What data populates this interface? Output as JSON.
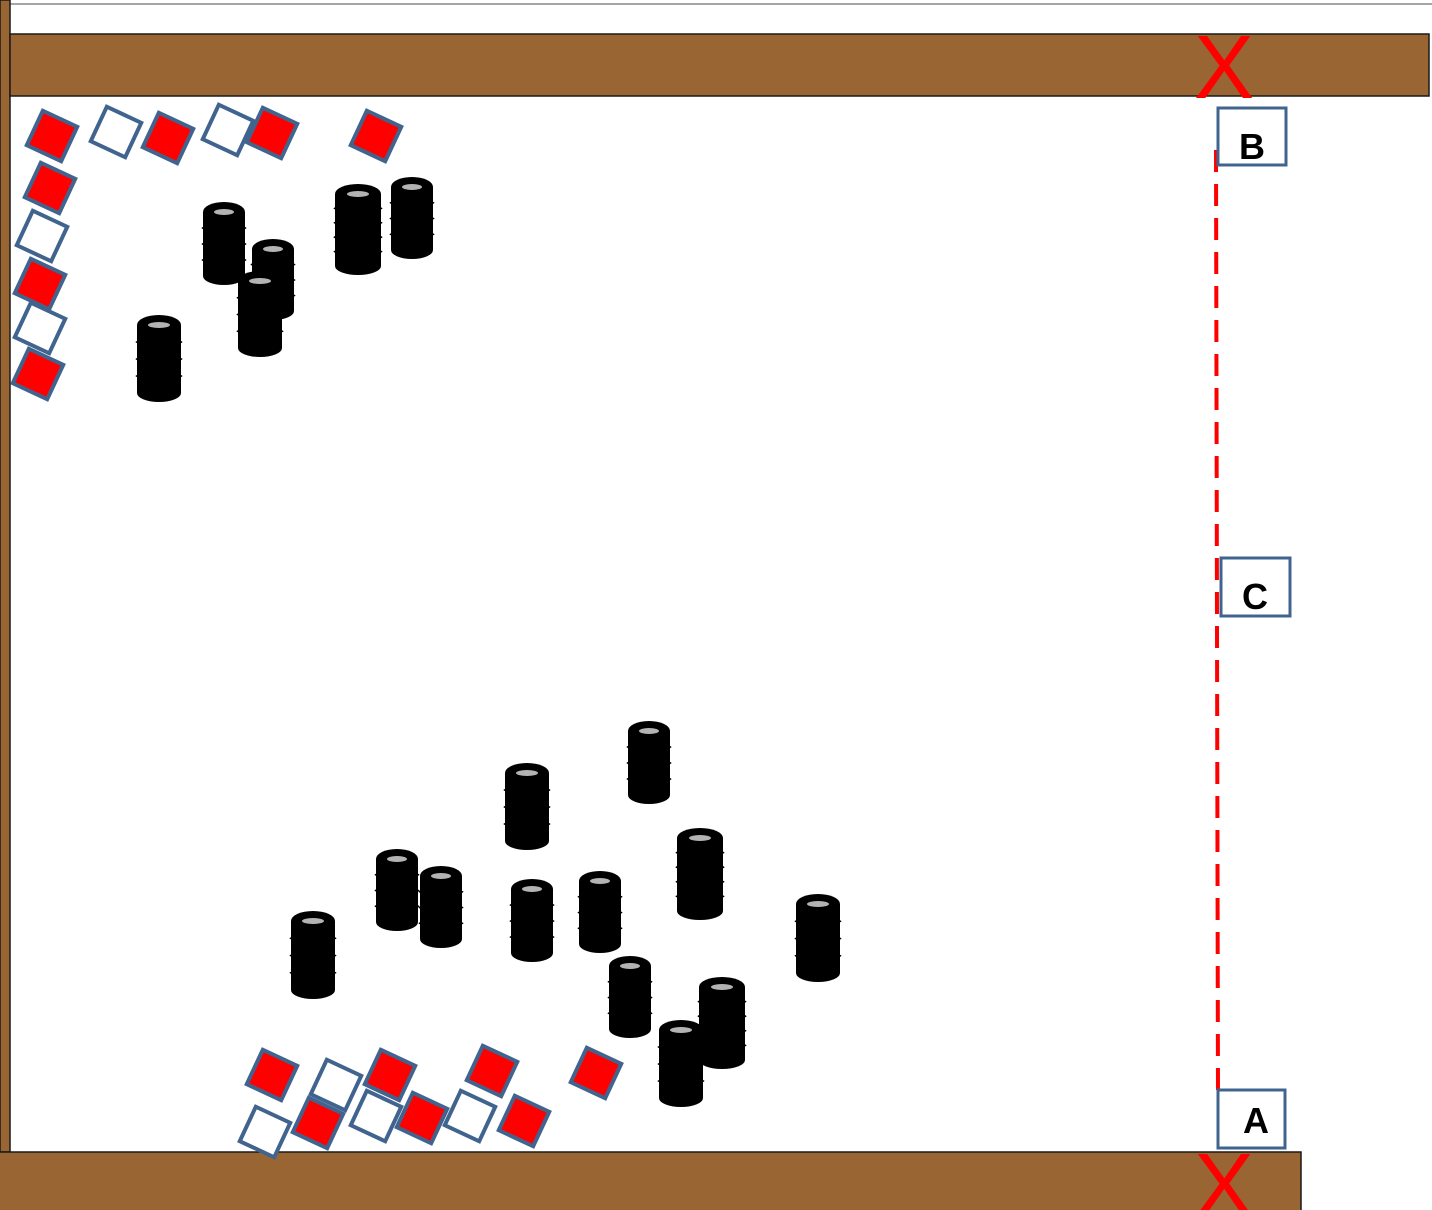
{
  "colors": {
    "wall": "#996633",
    "wall_stroke": "#1a1a1a",
    "marker": "#ff0000",
    "box_stroke": "#41648f",
    "filled_box": "#ff0000",
    "tire": "#000000",
    "tire_hole": "#b3b3b3"
  },
  "labels": {
    "a": "A",
    "b": "B",
    "c": "C"
  },
  "marks": {
    "top": "X",
    "bottom": "X"
  }
}
